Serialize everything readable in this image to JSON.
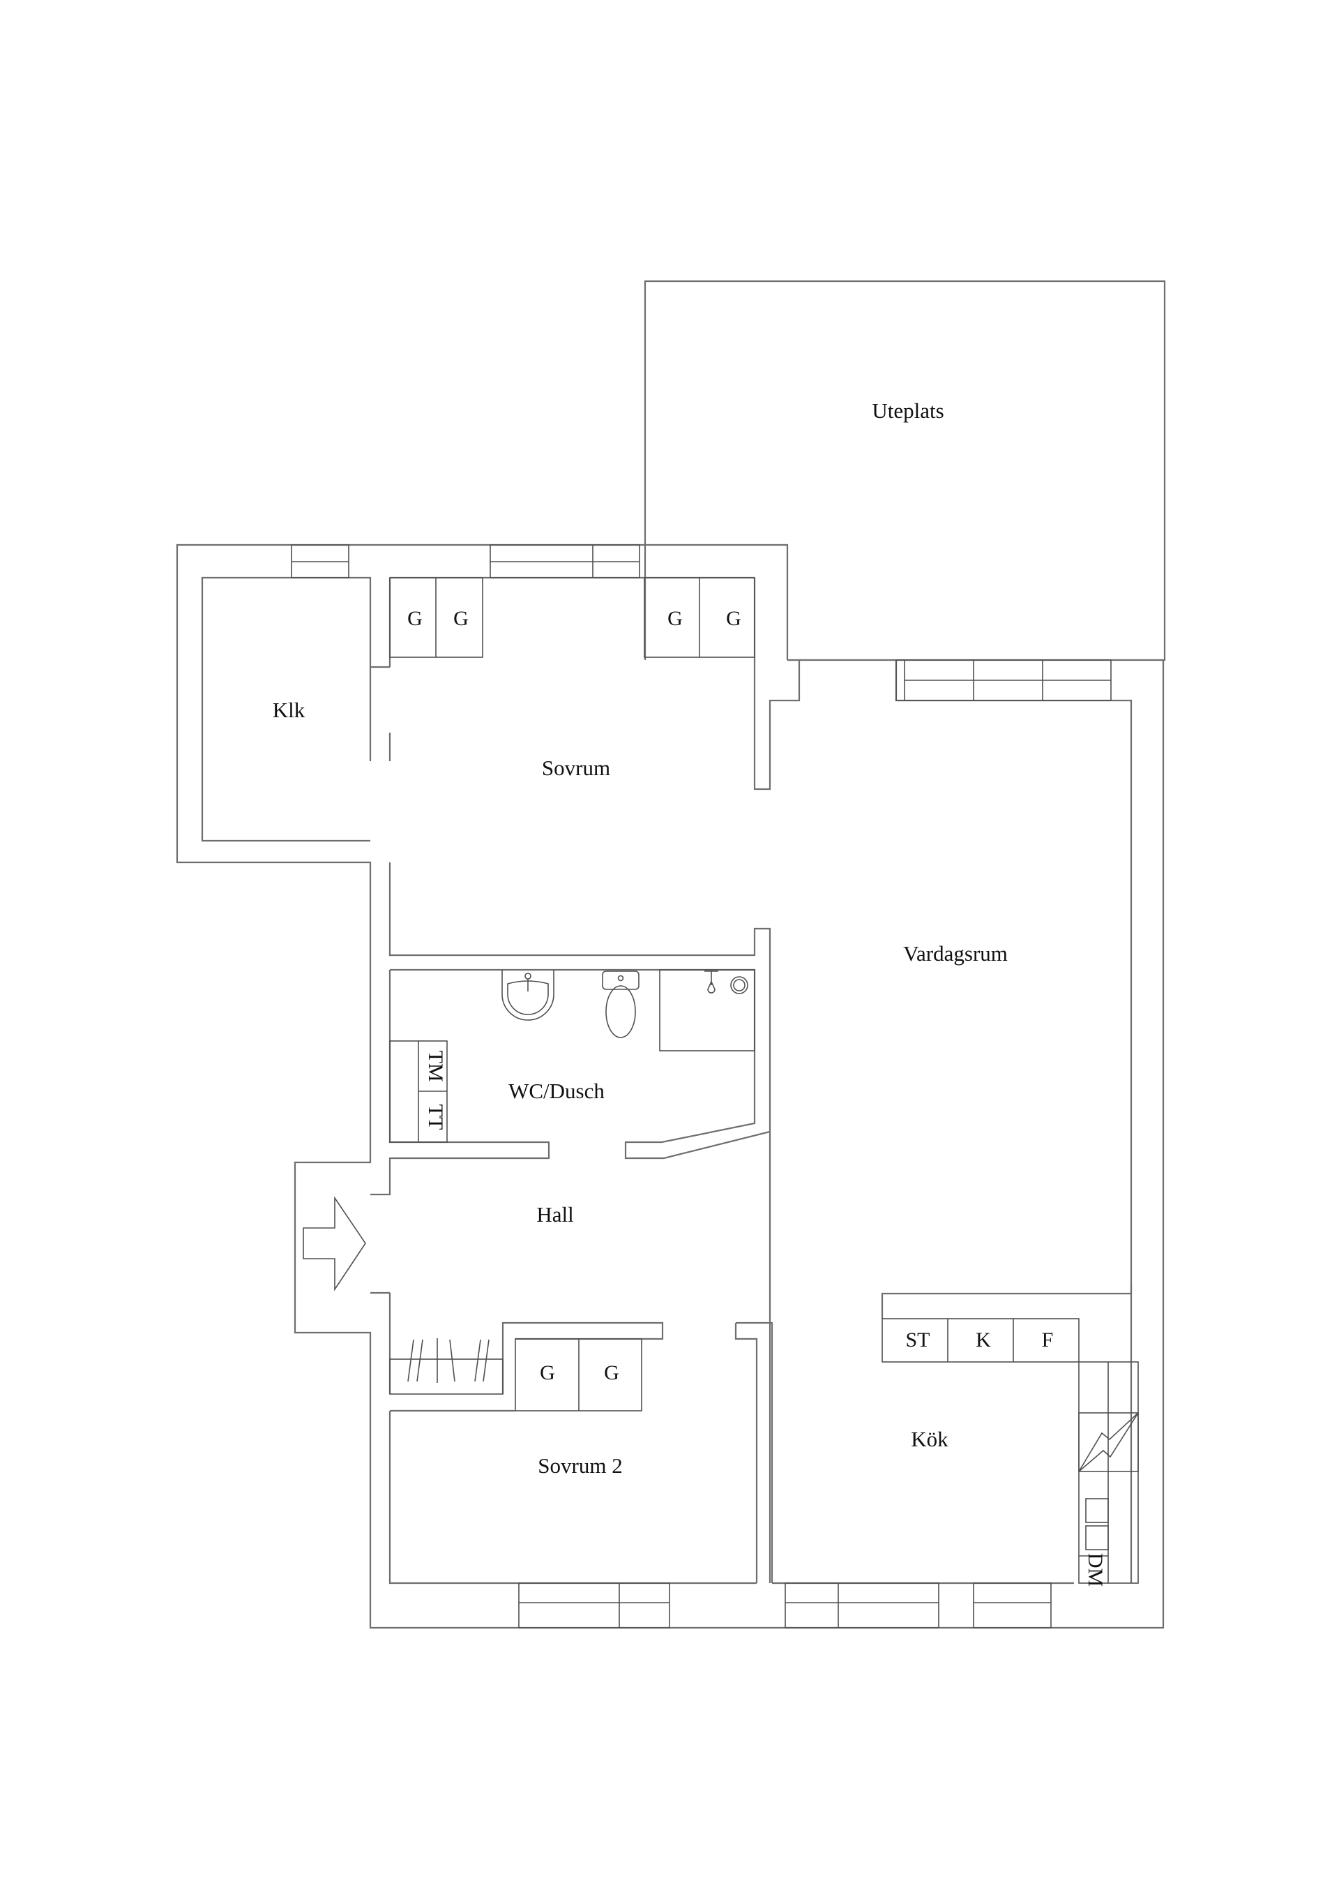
{
  "plan": {
    "type": "apartment floor plan",
    "rooms": {
      "uteplats": "Uteplats",
      "klk": "Klk",
      "sovrum": "Sovrum",
      "vardagsrum": "Vardagsrum",
      "wc_dusch": "WC/Dusch",
      "hall": "Hall",
      "sovrum2": "Sovrum 2",
      "kok": "Kök"
    },
    "fixtures": {
      "wardrobe": "G",
      "tumble_dryer": "TT",
      "washing_machine": "TM",
      "stove": "ST",
      "fridge": "K",
      "freezer": "F",
      "dishwasher": "DM"
    },
    "icons": [
      "entrance-arrow-icon",
      "sink-icon",
      "toilet-icon",
      "shower-icon",
      "range-hood-icon"
    ],
    "colors": {
      "line": "#6e6e6e",
      "text": "#111111",
      "background": "#ffffff"
    }
  }
}
